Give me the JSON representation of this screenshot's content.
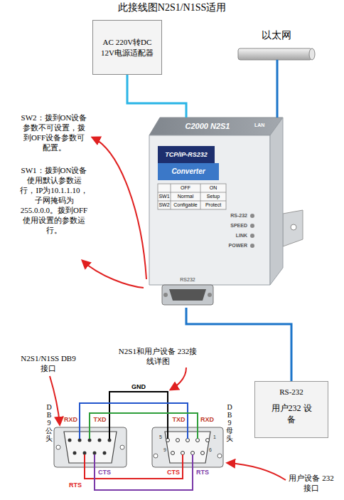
{
  "diagram": {
    "title": "此接线图N2S1/N1SS适用",
    "nodes": [
      {
        "text": [
          "AC 220V转DC 12V电源适配器"
        ]
      },
      {
        "text": [
          "以太网"
        ]
      },
      {
        "text": [
          "C2000 N2S1"
        ]
      },
      {
        "text": [
          "RS-232",
          "用户232 设备"
        ]
      }
    ],
    "edges": [
      {
        "from": 0,
        "to": 2,
        "arrow": "none"
      },
      {
        "from": 1,
        "to": 2,
        "arrow": "none"
      },
      {
        "from": 2,
        "to": 3,
        "arrow": "none"
      }
    ],
    "labels": [
      "SW2：拨到ON设备参数不可设置，拨到OFF设备参数可配置。",
      "SW1：拨到ON设备使用默认参数运行，IP为10.1.1.10，子网掩码为255.0.0.0。拨到OFF使用设置的参数运行。",
      "LAN",
      "TCP/IP-RS232",
      "Converter",
      "OFF",
      "ON",
      "SW1",
      "Normal",
      "Setup",
      "SW2",
      "Configable",
      "Protect",
      "RS-232",
      "SPEED",
      "LINK",
      "POWER",
      "RS232",
      "N2S1/N1SS DB9接口",
      "N2S1和用户设备 232接线详图",
      "DB9 公头",
      "DB9 母头",
      "GND",
      "RXD",
      "TXD",
      "TXD",
      "RXD",
      "5",
      "1",
      "9",
      "6",
      "CTS",
      "RTS",
      "CTS",
      "RTS",
      "用户设备 232接口"
    ]
  }
}
